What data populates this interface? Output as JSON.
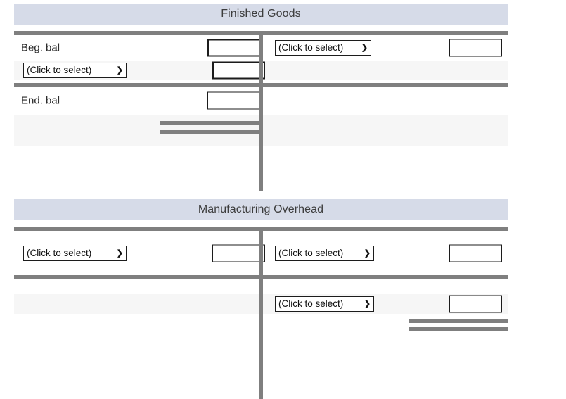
{
  "page": {
    "background": "#ffffff",
    "title_bg": "#d6dbe8",
    "rule_color": "#7f7f7f",
    "stripe_color": "#f6f6f6"
  },
  "select_placeholder": "(Click to select)",
  "chevron_glyph": "⌄",
  "accounts": [
    {
      "id": "finished-goods",
      "title": "Finished Goods",
      "rows": [
        {
          "left_label": "Beg. bal",
          "left_input": "",
          "right_select": "(Click to select)",
          "right_input": ""
        },
        {
          "left_select": "(Click to select)",
          "left_input": "",
          "right_select": "",
          "right_input": ""
        },
        {
          "left_label": "End. bal",
          "left_input": "",
          "right_select": "",
          "right_input": ""
        }
      ]
    },
    {
      "id": "manufacturing-overhead",
      "title": "Manufacturing Overhead",
      "rows": [
        {
          "left_select": "(Click to select)",
          "left_input": "",
          "right_select": "(Click to select)",
          "right_input": ""
        },
        {
          "left_select": "",
          "left_input": "",
          "right_select": "(Click to select)",
          "right_input": ""
        }
      ]
    }
  ]
}
